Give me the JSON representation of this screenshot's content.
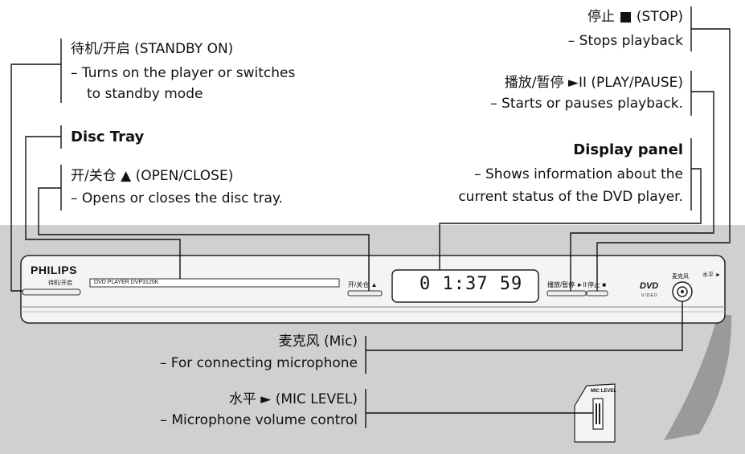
{
  "callouts": {
    "standby": {
      "title": "待机/开启 (STANDBY ON)",
      "desc_1": "– Turns on the player or switches",
      "desc_2": "to standby mode"
    },
    "disc_tray": {
      "title": "Disc Tray"
    },
    "open_close": {
      "title": "开/关仓 ▲ (OPEN/CLOSE)",
      "desc": "– Opens or closes the disc tray."
    },
    "stop": {
      "title": "停止 ■ (STOP)",
      "desc": "– Stops playback"
    },
    "play_pause": {
      "title": "播放/暂停 ►II (PLAY/PAUSE)",
      "desc": "– Starts or pauses playback."
    },
    "display_panel": {
      "title": "Display panel",
      "desc_1": "– Shows information about the",
      "desc_2": "current status of the DVD player."
    },
    "mic": {
      "title": "麦克风 (Mic)",
      "desc": "– For connecting microphone"
    },
    "mic_level": {
      "title": "水平 ► (MIC LEVEL)",
      "desc": "– Microphone volume control"
    }
  },
  "device": {
    "brand": "PHILIPS",
    "standby_label": "待机/开启",
    "model_label": "DVD PLAYER DVP3120K",
    "open_close_label": "开/关仓 ▲",
    "display_value": "0 1:37 59",
    "play_pause_label": "播放/暂停 ►II",
    "stop_label": "停止 ■",
    "dvd_logo": "DVD",
    "dvd_logo_sub": "VIDEO",
    "mic_label": "麦克风",
    "mic_level_label": "水平 ►",
    "side_panel_label": "MIC LEVEL"
  },
  "colors": {
    "background_band": "#d0d0d0",
    "device_body": "#f5f5f5",
    "line": "#111111"
  }
}
